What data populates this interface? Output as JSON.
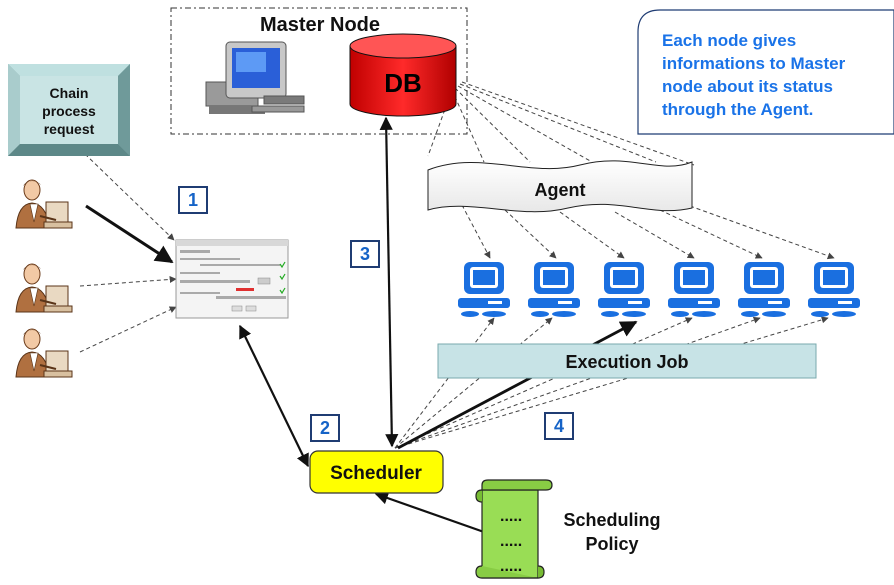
{
  "master_node": {
    "title": "Master Node",
    "db_label": "DB"
  },
  "chain_request": {
    "line1": "Chain",
    "line2": "process",
    "line3": "request"
  },
  "note": {
    "line1": "Each node gives",
    "line2": "informations to Master",
    "line3": "node about its status",
    "line4": "through the Agent."
  },
  "agent_label": "Agent",
  "execution_job_label": "Execution Job",
  "scheduler_label": "Scheduler",
  "policy": {
    "line1": "Scheduling",
    "line2": "Policy",
    "scroll_dots": "....."
  },
  "steps": [
    "1",
    "2",
    "3",
    "4"
  ],
  "colors": {
    "db_red": "#ee1111",
    "scheduler_yellow": "#ffff00",
    "execution_job_fill": "#c7e3e6",
    "chain_box_fill": "#c9e4e4",
    "policy_green": "#99dd55",
    "note_text_blue": "#1a73e8",
    "computer_blue": "#1a6fe0"
  },
  "icons": [
    "person-at-computer-icon",
    "desktop-computer-icon",
    "database-cylinder-icon",
    "network-computer-icon",
    "scroll-icon",
    "application-window-icon"
  ]
}
